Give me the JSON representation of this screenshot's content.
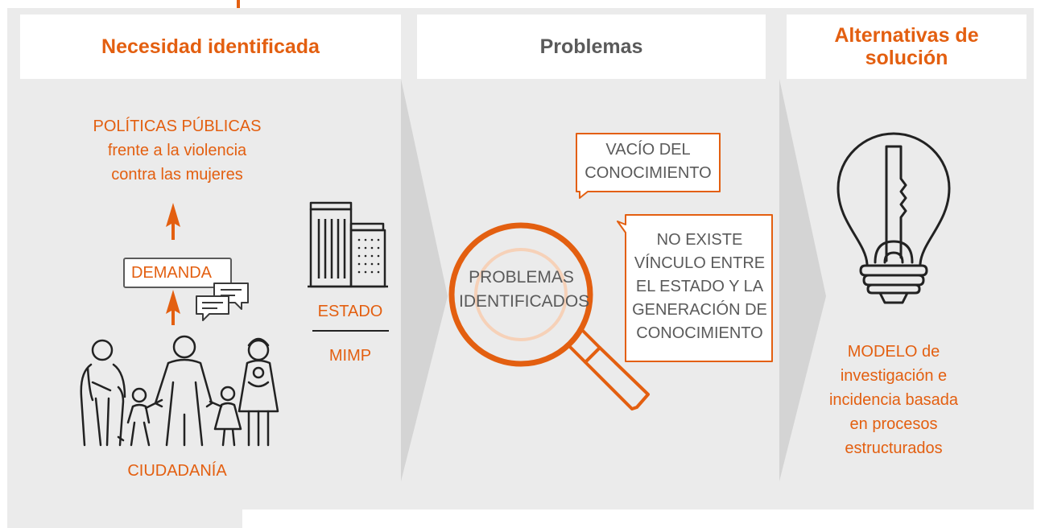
{
  "colors": {
    "accent": "#e35f10",
    "text_gray": "#5a5a5a",
    "panel": "#ebebeb",
    "arrow": "#d4d4d4",
    "magnifier_inner": "#f6d1b8"
  },
  "columns": {
    "need": {
      "header": "Necesidad identificada",
      "policies_line1": "POLÍTICAS PÚBLICAS",
      "policies_line2": "frente a la violencia",
      "policies_line3": "contra las mujeres",
      "demand": "DEMANDA",
      "citizens": "CIUDADANÍA",
      "state": "ESTADO",
      "ministry": "MIMP"
    },
    "problems": {
      "header": "Problemas",
      "magnifier_line1": "PROBLEMAS",
      "magnifier_line2": "IDENTIFICADOS",
      "gap_line1": "VACÍO DEL",
      "gap_line2": "CONOCIMIENTO",
      "nolink_line1": "NO EXISTE",
      "nolink_line2": "VÍNCULO ENTRE",
      "nolink_line3": "EL ESTADO Y LA",
      "nolink_line4": "GENERACIÓN DE",
      "nolink_line5": "CONOCIMIENTO"
    },
    "solutions": {
      "header_line1": "Alternativas de",
      "header_line2": "solución",
      "model_line1": "MODELO de",
      "model_line2": "investigación e",
      "model_line3": "incidencia basada",
      "model_line4": "en procesos",
      "model_line5": "estructurados"
    }
  },
  "icons": [
    "up-arrow-icon",
    "chat-bubbles-icon",
    "family-icon",
    "buildings-icon",
    "magnifier-icon",
    "chevron-arrow-icon",
    "lightbulb-key-icon"
  ]
}
